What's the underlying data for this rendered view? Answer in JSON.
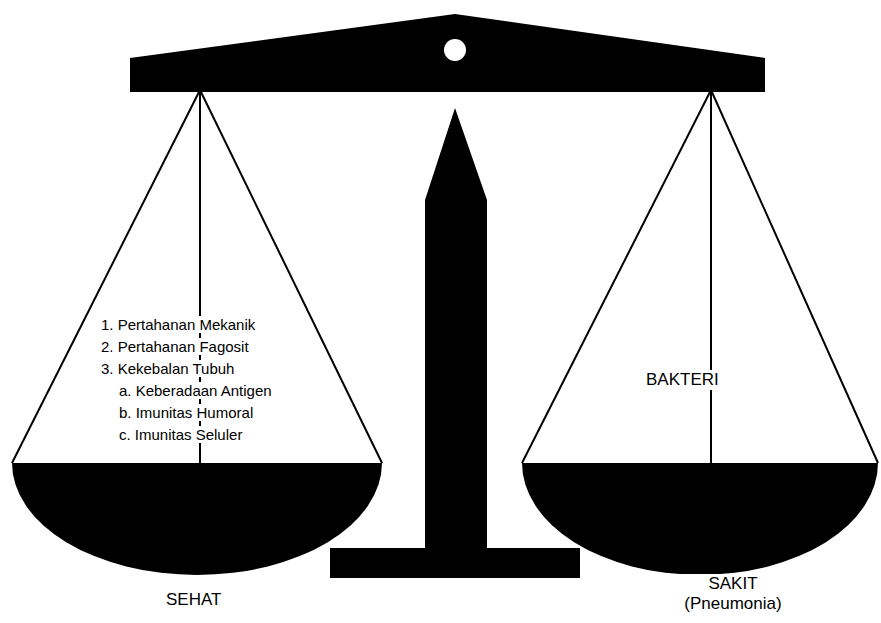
{
  "diagram": {
    "labels": [
      "1. Pertahanan Mekanik",
      "2. Pertahanan Fagosit",
      "3. Kekebalan Tubuh",
      "a. Keberadaan Antigen",
      "b. Imunitas Humoral",
      "c. Imunitas Seluler",
      "BAKTERI",
      "SEHAT",
      "SAKIT (Pneumonia)"
    ]
  }
}
